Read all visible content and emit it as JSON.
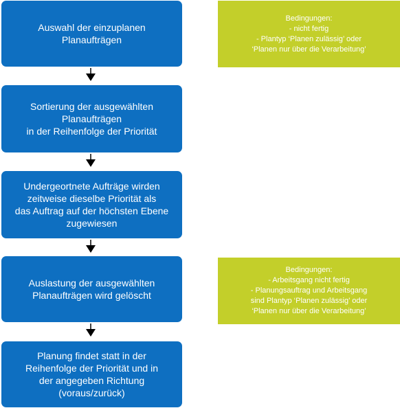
{
  "steps": [
    {
      "lines": [
        "Auswahl der einzuplanen",
        "Planaufträgen"
      ]
    },
    {
      "lines": [
        "Sortierung der ausgewählten",
        "Planaufträgen",
        "in der Reihenfolge der Priorität"
      ]
    },
    {
      "lines": [
        "Undergeortnete Aufträge wirden",
        "zeitweise dieselbe Priorität als",
        "das Auftrag auf der höchsten Ebene",
        "zugewiesen"
      ]
    },
    {
      "lines": [
        "Auslastung der ausgewählten",
        "Planaufträgen wird gelöscht"
      ]
    },
    {
      "lines": [
        "Planung findet statt in der",
        "Reihenfolge der Priorität und in",
        "der angegeben Richtung",
        "(voraus/zurück)"
      ]
    }
  ],
  "conditions": [
    {
      "lines": [
        "Bedingungen:",
        "- nicht fertig",
        "- Plantyp ‘Planen zulässig’ oder",
        "‘Planen nur über die Verarbeitung’"
      ]
    },
    {
      "lines": [
        "Bedingungen:",
        "-  Arbeitsgang nicht fertig",
        "- Planungsauftrag und Arbeitsgang",
        "sind Plantyp ‘Planen zulässig’ oder",
        "‘Planen nur über die Verarbeitung’"
      ]
    }
  ],
  "colors": {
    "step_fill": "#0e6fc1",
    "condition_fill": "#c3cf2a",
    "text": "#ffffff",
    "arrow": "#000000"
  }
}
